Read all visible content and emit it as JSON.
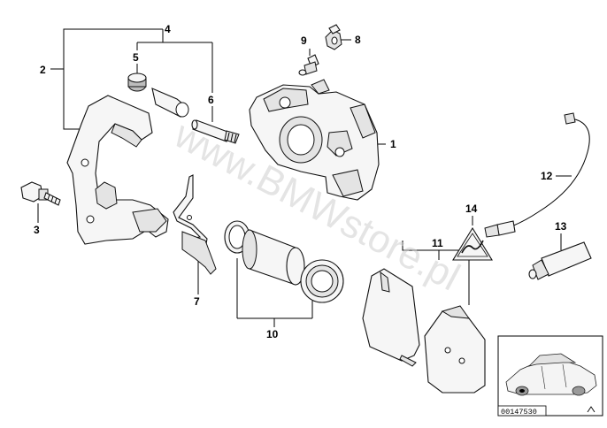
{
  "diagram": {
    "watermark": "www.BMWstore.pl",
    "reference_code": "00147530",
    "parts": [
      {
        "id": "1",
        "label": "1"
      },
      {
        "id": "2",
        "label": "2"
      },
      {
        "id": "3",
        "label": "3"
      },
      {
        "id": "4",
        "label": "4"
      },
      {
        "id": "5",
        "label": "5"
      },
      {
        "id": "6",
        "label": "6"
      },
      {
        "id": "7",
        "label": "7"
      },
      {
        "id": "8",
        "label": "8"
      },
      {
        "id": "9",
        "label": "9"
      },
      {
        "id": "10",
        "label": "10"
      },
      {
        "id": "11",
        "label": "11"
      },
      {
        "id": "12",
        "label": "12"
      },
      {
        "id": "13",
        "label": "13"
      },
      {
        "id": "14",
        "label": "14"
      }
    ]
  }
}
